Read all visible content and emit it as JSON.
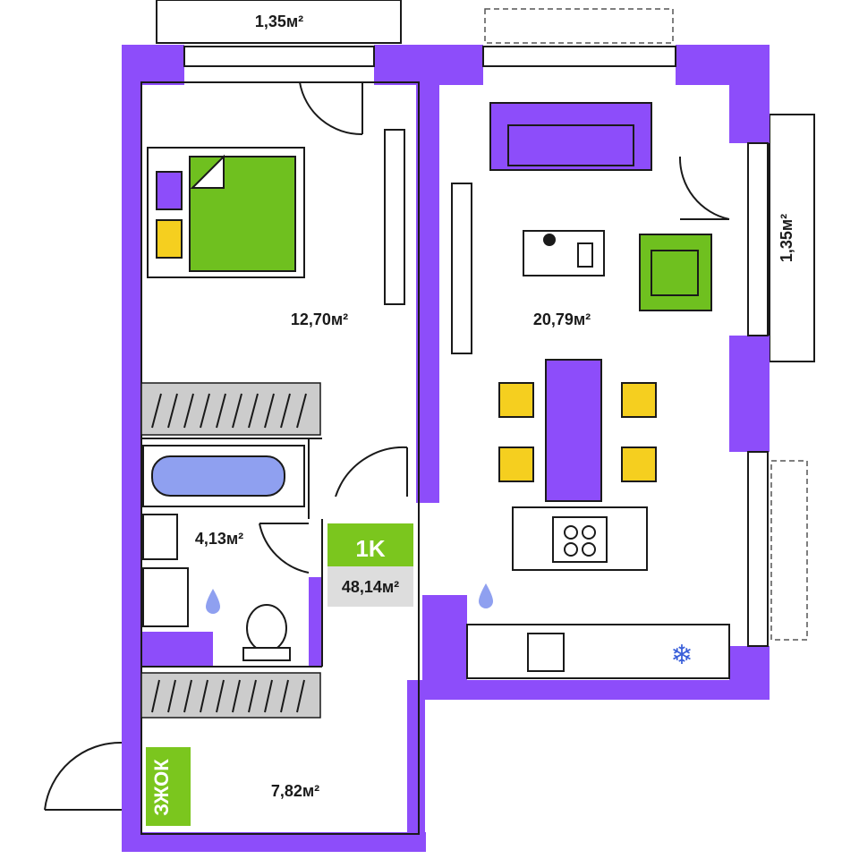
{
  "plan": {
    "unit_type": "1K",
    "total_area": "48,14м²",
    "colors": {
      "wall": "#8d4dfa",
      "bed": "#6fc01f",
      "chair": "#f5cf1f",
      "wardrobe": "#cccccc",
      "tub": "#8fa0f0",
      "brand": "#7bc61e"
    },
    "rooms": [
      {
        "id": "bedroom",
        "area": "12,70м²"
      },
      {
        "id": "living-kitchen",
        "area": "20,79м²"
      },
      {
        "id": "bathroom",
        "area": "4,13м²"
      },
      {
        "id": "hallway",
        "area": "7,82м²"
      },
      {
        "id": "balcony-top",
        "area": "1,35м²"
      },
      {
        "id": "balcony-right",
        "area": "1,35м²"
      }
    ],
    "brand_logo_text": "ЗЖОК"
  }
}
